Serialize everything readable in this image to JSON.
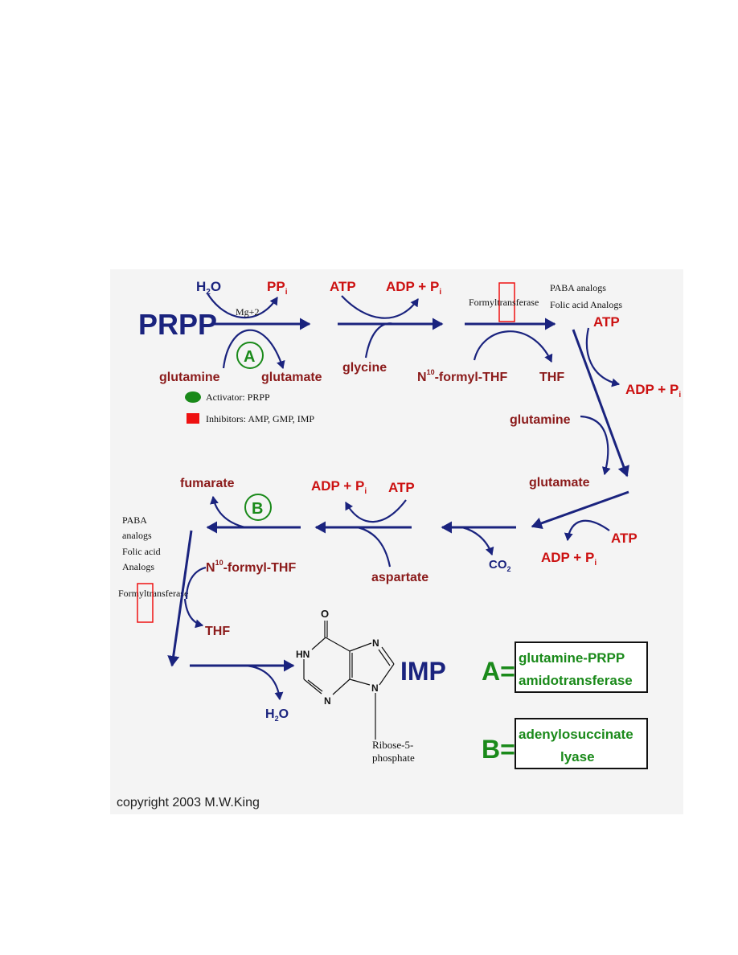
{
  "start": "PRPP",
  "step1": {
    "in_top": "H",
    "in_top_sub": "2",
    "in_top_end": "O",
    "out_top": "PP",
    "out_top_sub": "i",
    "cofactor": "Mg+2",
    "in_bottom": "glutamine",
    "out_bottom": "glutamate",
    "enzyme_marker": "A"
  },
  "step2": {
    "in_top": "ATP",
    "out_top": "ADP + P",
    "out_top_sub": "i",
    "in_bottom": "glycine"
  },
  "step3": {
    "enzyme": "Formyltransferase",
    "in_bottom": "N",
    "in_bottom_sup": "10",
    "in_bottom_rest": "-formyl-THF",
    "out_bottom": "THF"
  },
  "inhibitors_top": {
    "line1": "PABA analogs",
    "line2": "Folic acid Analogs"
  },
  "step4": {
    "in": "ATP",
    "out": "ADP + P",
    "out_sub": "i",
    "in2": "glutamine",
    "out2": "glutamate"
  },
  "step5": {
    "in": "ATP",
    "out": "ADP + P",
    "out_sub": "i"
  },
  "step6": {
    "out": "CO",
    "out_sub": "2"
  },
  "step7": {
    "out": "ADP + P",
    "out_sub": "i",
    "in": "ATP",
    "in_bottom": "aspartate"
  },
  "step8": {
    "out": "fumarate",
    "enzyme_marker": "B"
  },
  "inhibitors_left": {
    "line1": "PABA",
    "line2": "analogs",
    "line3": "Folic acid",
    "line4": "Analogs",
    "enzyme": "Formyltransferase"
  },
  "step9": {
    "in": "N",
    "in_sup": "10",
    "in_rest": "-formyl-THF",
    "out": "THF"
  },
  "step10": {
    "out": "H",
    "out_sub": "2",
    "out_end": "O"
  },
  "product": {
    "name": "IMP",
    "atom_o": "O",
    "atom_hn": "HN",
    "atom_n1": "N",
    "atom_n2": "N",
    "atom_n3": "N",
    "substituent_line1": "Ribose-5-",
    "substituent_line2": "phosphate"
  },
  "legend": {
    "activator": "Activator: PRPP",
    "inhibitors": "Inhibitors: AMP, GMP, IMP",
    "activator_color": "#1a8a1a",
    "inhibitor_color": "#ee1111"
  },
  "key": {
    "a_label": "A=",
    "a_line1": "glutamine-PRPP",
    "a_line2": "amidotransferase",
    "b_label": "B=",
    "b_line1": "adenylosuccinate",
    "b_line2": "lyase"
  },
  "copyright": "copyright 2003 M.W.King"
}
